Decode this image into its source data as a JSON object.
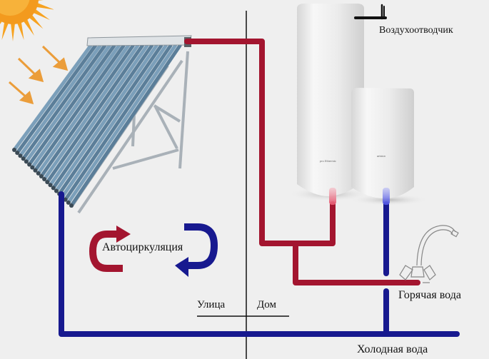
{
  "diagram": {
    "title": "Solar water heater autocirculation scheme",
    "labels": {
      "air_vent": "Воздухоотводчик",
      "autocirculation": "Автоциркуляция",
      "street": "Улица",
      "home": "Дом",
      "hot_water": "Горячая вода",
      "cold_water": "Холодная вода"
    },
    "colors": {
      "background": "#efefef",
      "hot_pipe": "#a3152f",
      "cold_pipe": "#17198f",
      "sun": "#f39a1e",
      "sun_rays_arrows": "#eb9d3a",
      "divider": "#111111",
      "tank": "#e6e6e6"
    },
    "components": [
      {
        "name": "sun",
        "icon": "sun-icon"
      },
      {
        "name": "sun-ray-arrows",
        "count": 3
      },
      {
        "name": "vacuum-tube-solar-collector",
        "tube_count": 20
      },
      {
        "name": "large-water-tank"
      },
      {
        "name": "small-water-tank"
      },
      {
        "name": "mixer-faucet",
        "icon": "faucet-icon"
      },
      {
        "name": "air-vent-valve"
      },
      {
        "name": "hot-water-pipe"
      },
      {
        "name": "cold-water-pipe"
      },
      {
        "name": "outdoor-indoor-divider"
      }
    ]
  }
}
